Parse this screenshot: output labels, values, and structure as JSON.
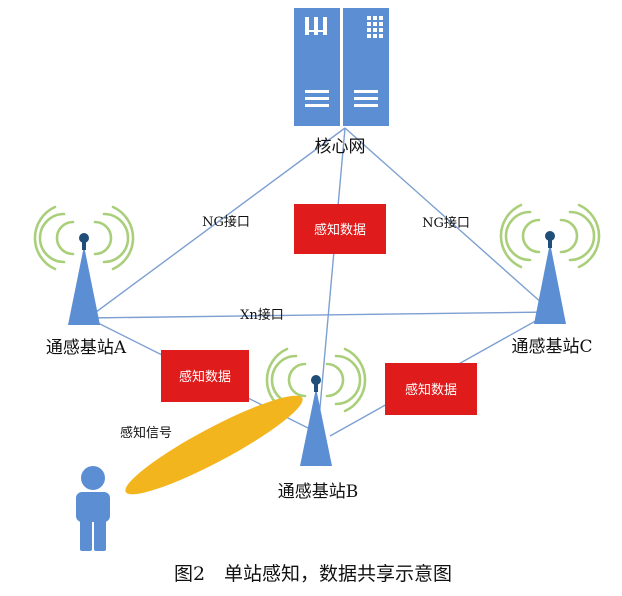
{
  "core_network": {
    "label": "核心网"
  },
  "interfaces": {
    "ng_left": "NG接口",
    "ng_right": "NG接口",
    "xn": "Xn接口"
  },
  "stations": {
    "a": "通感基站A",
    "b": "通感基站B",
    "c": "通感基站C"
  },
  "data_boxes": {
    "top": "感知数据",
    "left": "感知数据",
    "right": "感知数据"
  },
  "sensing_signal": "感知信号",
  "caption": "图2　单站感知，数据共享示意图",
  "colors": {
    "link_line": "#7d9fd1",
    "server_fill": "#5b8ed3",
    "tower_fill": "#5b8ed3",
    "antenna_head": "#1f4e79",
    "wave": "#a9cf7a",
    "data_box": "#e01b1b",
    "beam": "#f2b51d",
    "person": "#5b8ed3"
  }
}
